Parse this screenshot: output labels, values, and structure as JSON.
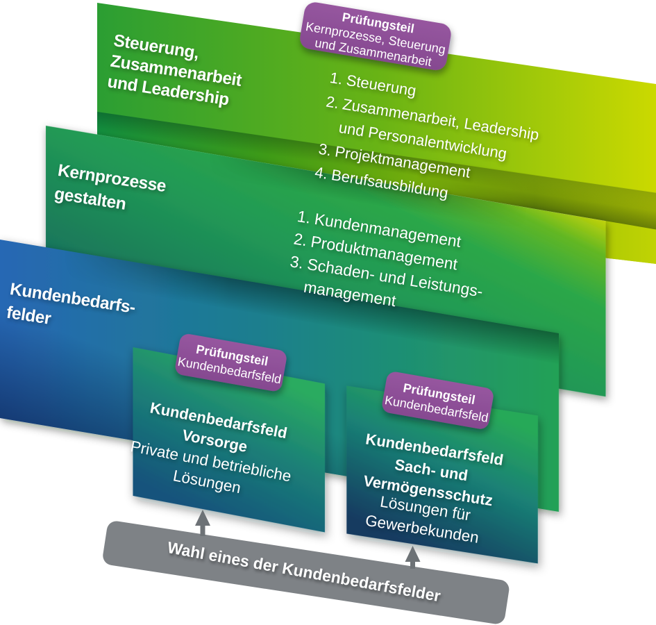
{
  "colors": {
    "band1_green": "#2b9e33",
    "band1_yellow": "#cbd900",
    "band2_teal": "#177065",
    "band2_green": "#2ca94e",
    "band3_blue": "#2160aa",
    "band3_green": "#23a156",
    "card_green": "#2bac5b",
    "card_deep_blue": "#123a61",
    "badge_purple": "#91519b",
    "bar_gray": "#7b7f83",
    "arrow_gray": "#6d7276",
    "text_white": "#ffffff"
  },
  "band1": {
    "title_lines": [
      "Steuerung,",
      "Zusammenarbeit",
      "und Leadership"
    ],
    "badge": {
      "title": "Prüfungsteil",
      "subtitle_lines": [
        "Kernprozesse, Steuerung",
        "und Zusammenarbeit"
      ]
    },
    "list": [
      {
        "num": "1.",
        "lines": [
          "Steuerung"
        ]
      },
      {
        "num": "2.",
        "lines": [
          "Zusammenarbeit, Leadership",
          "und Personalentwicklung"
        ]
      },
      {
        "num": "3.",
        "lines": [
          "Projektmanagement"
        ]
      },
      {
        "num": "4.",
        "lines": [
          "Berufsausbildung"
        ]
      }
    ]
  },
  "band2": {
    "title_lines": [
      "Kernprozesse",
      "gestalten"
    ],
    "list": [
      {
        "num": "1.",
        "lines": [
          "Kundenmanagement"
        ]
      },
      {
        "num": "2.",
        "lines": [
          "Produktmanagement"
        ]
      },
      {
        "num": "3.",
        "lines": [
          "Schaden- und Leistungs-",
          "management"
        ]
      }
    ]
  },
  "band3": {
    "title_lines": [
      "Kundenbedarfs-",
      "felder"
    ]
  },
  "card1": {
    "badge": {
      "title": "Prüfungsteil",
      "subtitle": "Kundenbedarfsfeld"
    },
    "title_lines": [
      "Kundenbedarfsfeld",
      "Vorsorge"
    ],
    "subtitle_lines": [
      "Private und betriebliche",
      "Lösungen"
    ]
  },
  "card2": {
    "badge": {
      "title": "Prüfungsteil",
      "subtitle": "Kundenbedarfsfeld"
    },
    "title_lines": [
      "Kundenbedarfsfeld",
      "Sach- und",
      "Vermögensschutz"
    ],
    "subtitle_lines": [
      "Lösungen für",
      "Gewerbekunden"
    ]
  },
  "bar": {
    "label": "Wahl eines der Kundenbedarfsfelder"
  }
}
